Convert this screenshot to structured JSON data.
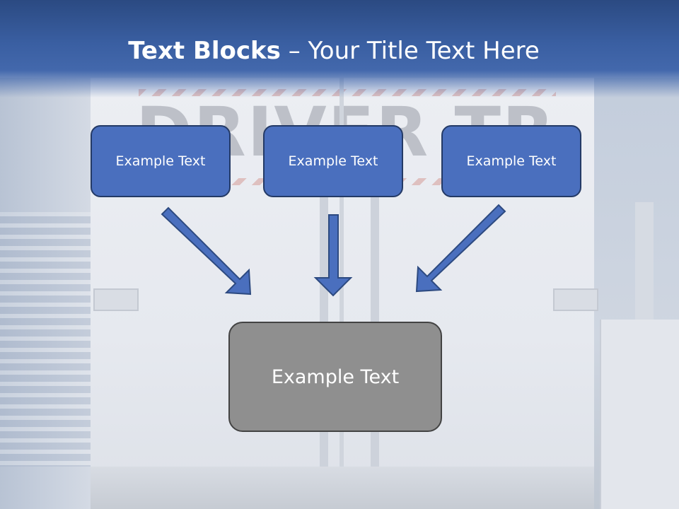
{
  "slide": {
    "title_bold": "Text Blocks",
    "title_dash": "–",
    "title_rest": "Your Title Text Here",
    "background_watermark": "DRIVER TRAINING"
  },
  "blocks": [
    {
      "label": "Example Text"
    },
    {
      "label": "Example Text"
    },
    {
      "label": "Example Text"
    }
  ],
  "result_block": {
    "label": "Example Text"
  },
  "colors": {
    "title_band": "#3a5fa2",
    "block_fill": "#4a6fbe",
    "block_border": "#243a66",
    "arrow_fill": "#4a6fbe",
    "result_fill": "#8f8f8f",
    "result_border": "#434343"
  }
}
